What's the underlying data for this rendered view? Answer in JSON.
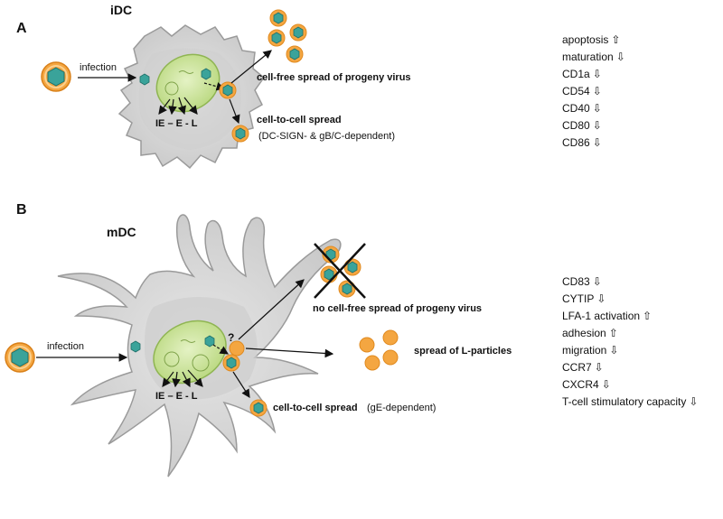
{
  "panel_a": {
    "letter": "A",
    "cell_type": "iDC",
    "infection_label": "infection",
    "stages_label": "IE – E - L",
    "cellfree_label": "cell-free  spread of progeny virus",
    "cell_to_cell_label": "cell-to-cell  spread",
    "cell_to_cell_note": "(DC-SIGN- & gB/C-dependent)",
    "markers": [
      {
        "name": "apoptosis",
        "direction": "up"
      },
      {
        "name": "maturation",
        "direction": "down"
      },
      {
        "name": "CD1a",
        "direction": "down"
      },
      {
        "name": "CD54",
        "direction": "down"
      },
      {
        "name": "CD40",
        "direction": "down"
      },
      {
        "name": "CD80",
        "direction": "down"
      },
      {
        "name": "CD86",
        "direction": "down"
      }
    ]
  },
  "panel_b": {
    "letter": "B",
    "cell_type": "mDC",
    "infection_label": "infection",
    "stages_label": "IE – E - L",
    "question_mark": "?",
    "no_cellfree_label": "no cell-free  spread of progeny virus",
    "lparticles_label": "spread of L-particles",
    "cell_to_cell_label": "cell-to-cell  spread",
    "cell_to_cell_note": "(gE-dependent)",
    "markers": [
      {
        "name": "CD83",
        "direction": "down"
      },
      {
        "name": "CYTIP",
        "direction": "down"
      },
      {
        "name": "LFA-1 activation",
        "direction": "up"
      },
      {
        "name": "adhesion",
        "direction": "up"
      },
      {
        "name": "migration",
        "direction": "down"
      },
      {
        "name": "CCR7",
        "direction": "down"
      },
      {
        "name": "CXCR4",
        "direction": "down"
      },
      {
        "name": "T-cell stimulatory capacity",
        "direction": "down"
      }
    ]
  },
  "colors": {
    "cell_fill": "#d9d9d9",
    "cell_stroke": "#9a9a9a",
    "nucleus": "#cfe6a2",
    "virion_envelope": "#f4a641",
    "capsid": "#3aa39a"
  }
}
